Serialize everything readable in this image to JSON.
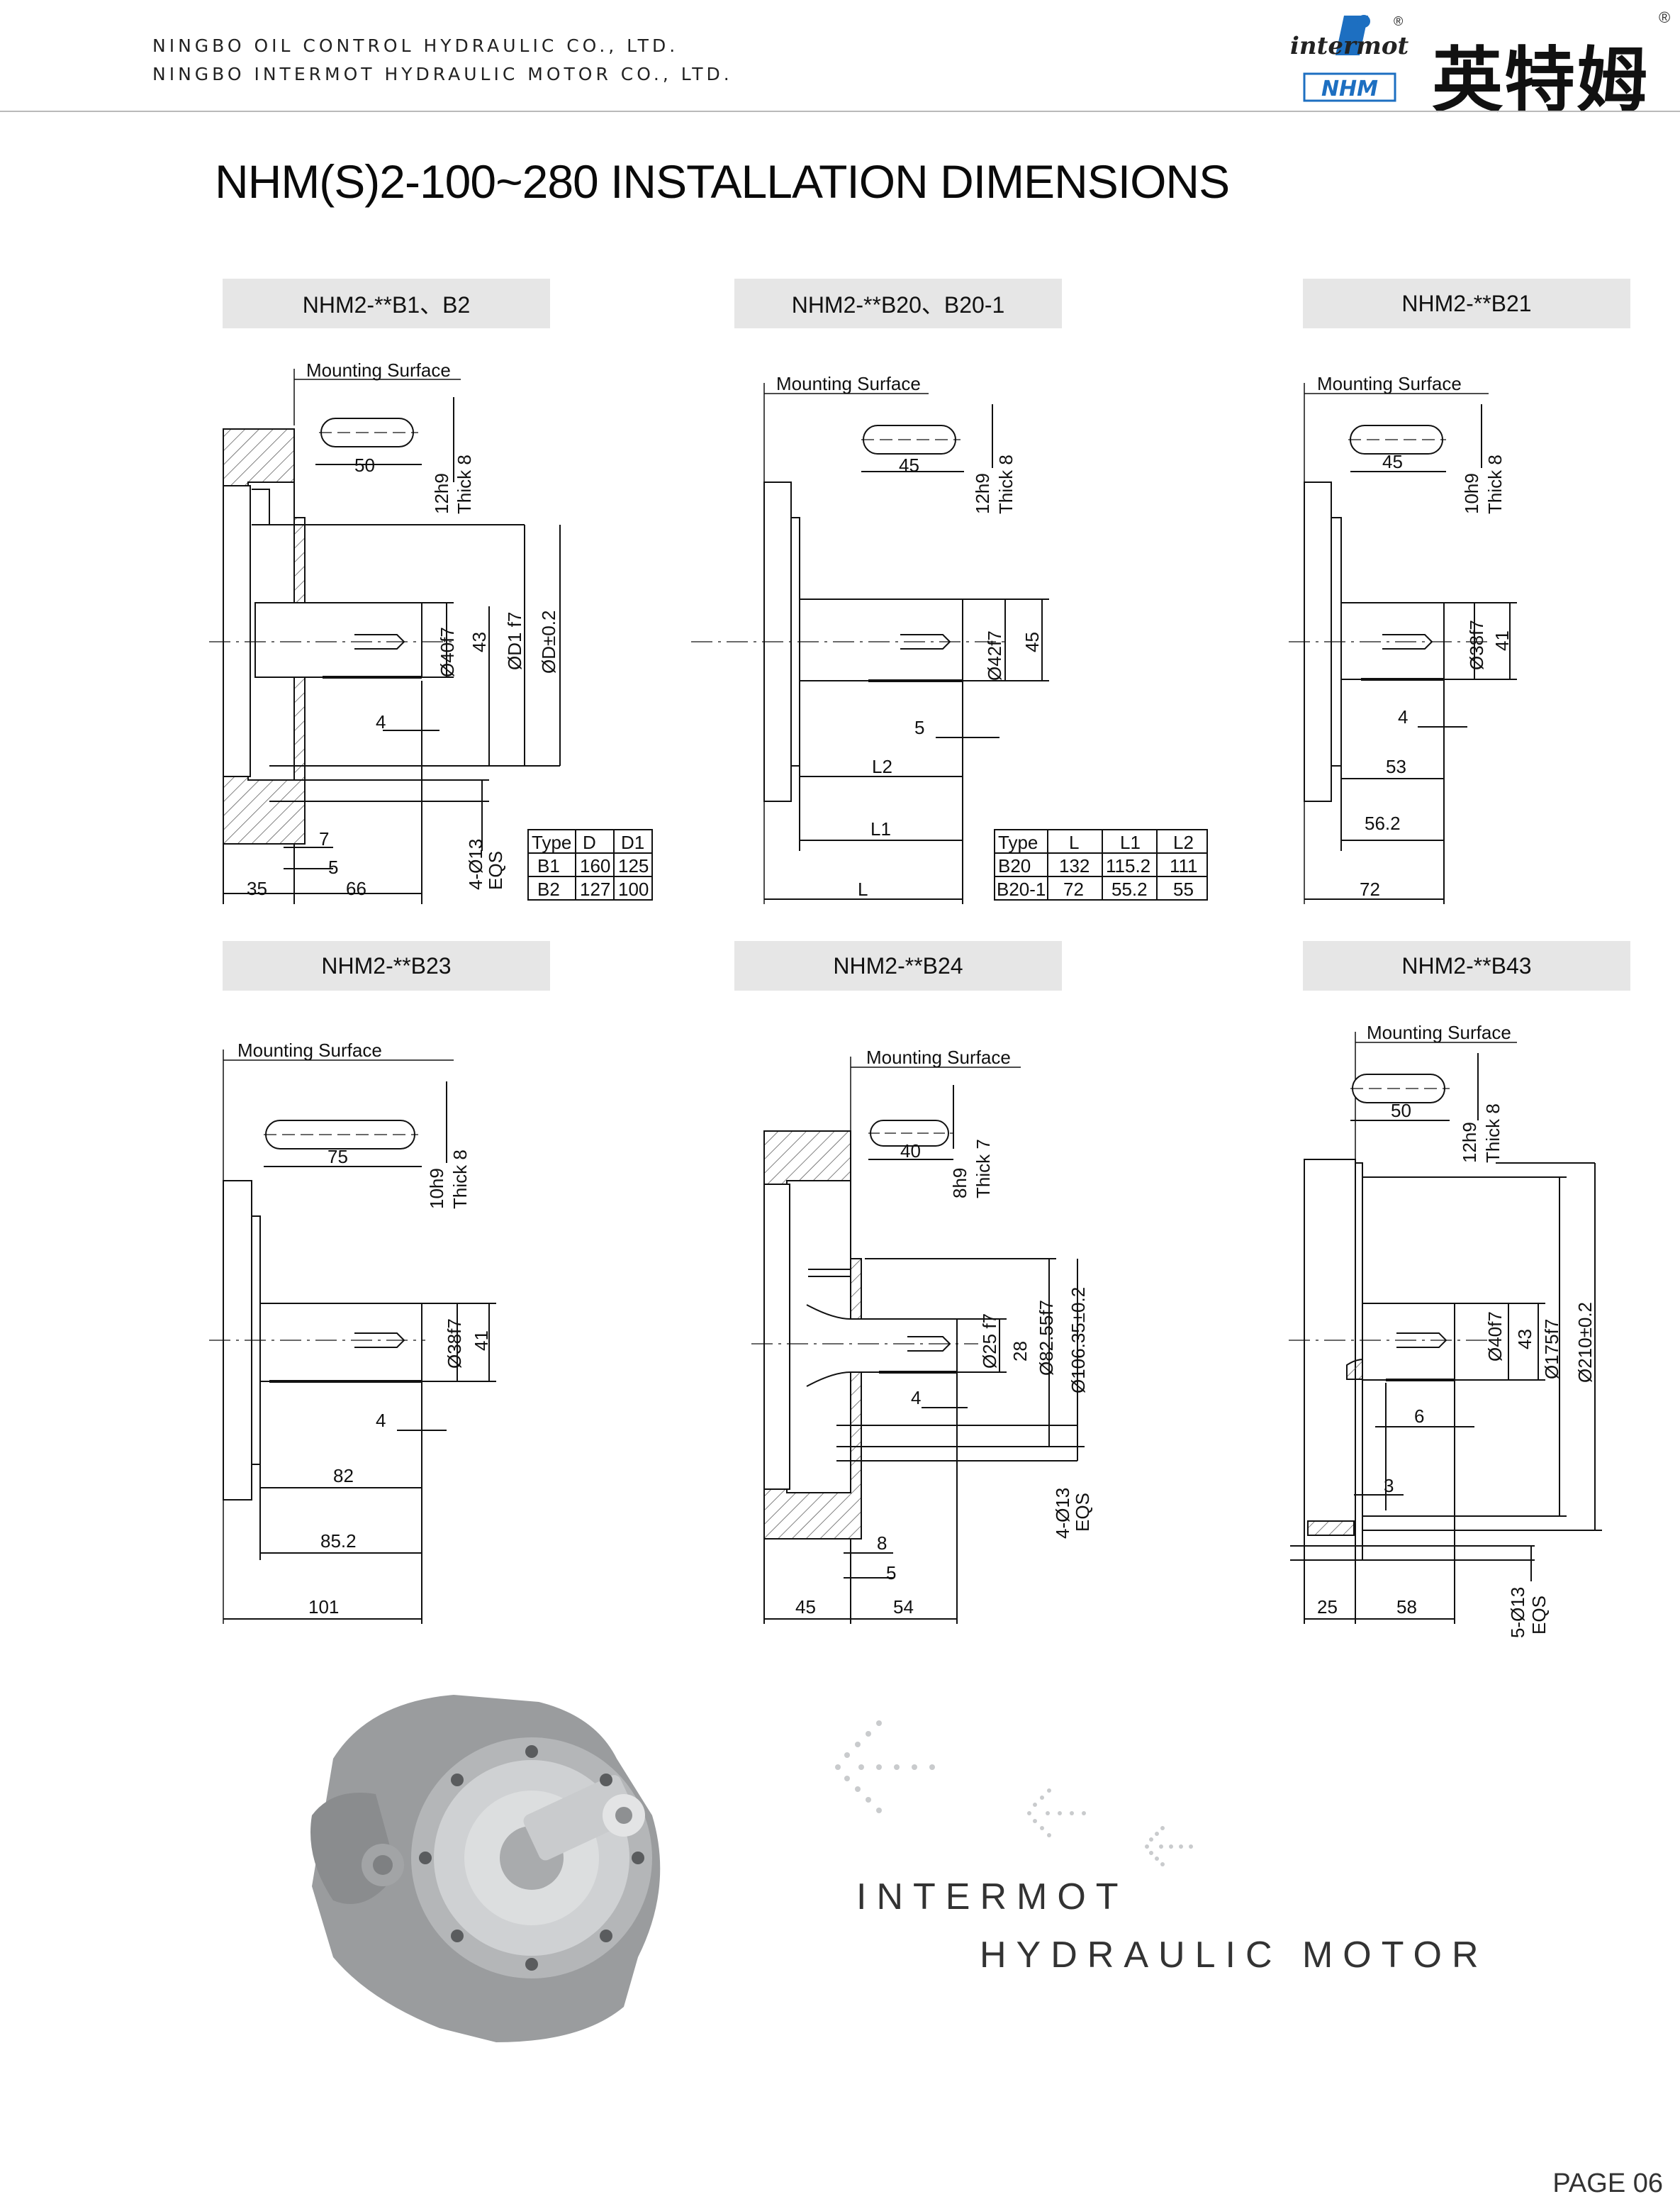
{
  "header": {
    "company_line1": "NINGBO OIL CONTROL HYDRAULIC CO., LTD.",
    "company_line2": "NINGBO INTERMOT HYDRAULIC MOTOR CO., LTD.",
    "logo_brand": "intermot",
    "logo_sub": "NHM",
    "logo_cn": "英特姆",
    "registered_mark": "®"
  },
  "title": "NHM(S)2-100~280  INSTALLATION DIMENSIONS",
  "common": {
    "mounting_surface": "Mounting Surface",
    "eqs": "EQS"
  },
  "panels": [
    {
      "label": "NHM2-**B1、B2",
      "dims": [
        "50",
        "12h9",
        "Thick 8",
        "Ø40f7",
        "43",
        "ØD1 f7",
        "ØD±0.2",
        "4",
        "7",
        "5",
        "4-Ø13",
        "35",
        "66"
      ],
      "table": {
        "headers": [
          "Type",
          "D",
          "D1"
        ],
        "rows": [
          [
            "B1",
            "160",
            "125"
          ],
          [
            "B2",
            "127",
            "100"
          ]
        ]
      }
    },
    {
      "label": "NHM2-**B20、B20-1",
      "dims": [
        "45",
        "12h9",
        "Thick 8",
        "Ø42f7",
        "45",
        "5",
        "L2",
        "L1",
        "L"
      ],
      "table": {
        "headers": [
          "Type",
          "L",
          "L1",
          "L2"
        ],
        "rows": [
          [
            "B20",
            "132",
            "115.2",
            "111"
          ],
          [
            "B20-1",
            "72",
            "55.2",
            "55"
          ]
        ]
      }
    },
    {
      "label": "NHM2-**B21",
      "dims": [
        "45",
        "10h9",
        "Thick 8",
        "Ø38f7",
        "41",
        "4",
        "53",
        "56.2",
        "72"
      ]
    },
    {
      "label": "NHM2-**B23",
      "dims": [
        "75",
        "10h9",
        "Thick 8",
        "Ø38f7",
        "41",
        "4",
        "82",
        "85.2",
        "101"
      ]
    },
    {
      "label": "NHM2-**B24",
      "dims": [
        "40",
        "8h9",
        "Thick 7",
        "Ø25 f7",
        "28",
        "Ø82.55f7",
        "Ø106.35±0.2",
        "4",
        "4-Ø13",
        "8",
        "5",
        "45",
        "54"
      ]
    },
    {
      "label": "NHM2-**B43",
      "dims": [
        "50",
        "12h9",
        "Thick 8",
        "Ø40f7",
        "43",
        "Ø175f7",
        "Ø210±0.2",
        "6",
        "3",
        "25",
        "58",
        "5-Ø13"
      ]
    }
  ],
  "footer": {
    "line1": "INTERMOT",
    "line2": "HYDRAULIC MOTOR",
    "page": "PAGE 06"
  }
}
